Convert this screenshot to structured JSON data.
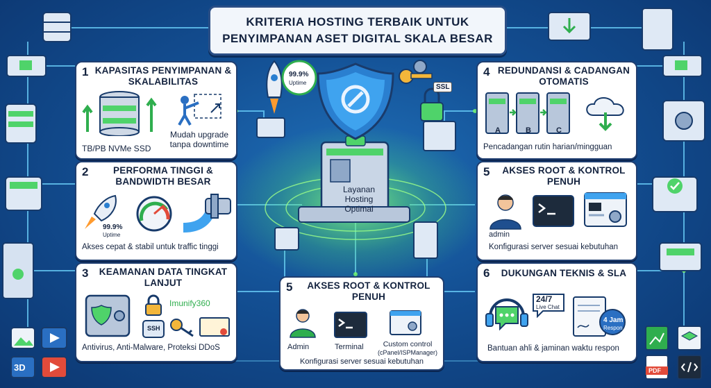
{
  "title": {
    "line1": "KRITERIA HOSTING TERBAIK UNTUK",
    "line2": "PENYIMPANAN ASET DIGITAL SKALA BESAR"
  },
  "hub": {
    "label": "Layanan Hosting Optimal",
    "rocket_badge_value": "99.9%",
    "rocket_badge_unit": "Uptime",
    "ssl_label": "SSL"
  },
  "cards": {
    "c1": {
      "number": "1",
      "title": "KAPASITAS PENYIMPANAN & SKALABILITAS",
      "storage_caption": "TB/PB NVMe SSD",
      "upgrade_caption": "Mudah upgrade tanpa downtime"
    },
    "c2": {
      "number": "2",
      "title": "PERFORMA TINGGI & BANDWIDTH BESAR",
      "uptime_value": "99.9%",
      "uptime_unit": "Uptime",
      "caption": "Akses cepat & stabil untuk traffic tinggi"
    },
    "c3": {
      "number": "3",
      "title": "KEAMANAN DATA TINGKAT LANJUT",
      "ssh_label": "SSH",
      "brand": "Imunify360",
      "caption": "Antivirus, Anti-Malware, Proteksi DDoS"
    },
    "c4": {
      "number": "4",
      "title": "REDUNDANSI & CADANGAN OTOMATIS",
      "server_labels": [
        "A",
        "B",
        "C"
      ],
      "caption": "Pencadangan rutin harian/mingguan"
    },
    "c5r": {
      "number": "5",
      "title": "AKSES ROOT & KONTROL PENUH",
      "user_label": "admin",
      "caption": "Konfigurasi server sesuai kebutuhan"
    },
    "c5c": {
      "number": "5",
      "title": "AKSES ROOT & KONTROL PENUH",
      "admin_label": "Admin",
      "terminal_label": "Terminal",
      "custom_label": "Custom control",
      "custom_sub": "(cPanel/ISPManager)",
      "caption": "Konfigurasi server sesuai kebutuhan"
    },
    "c6": {
      "number": "6",
      "title": "DUKUNGAN TEKNIS & SLA",
      "live_hours": "24/7",
      "live_label": "Live Chat",
      "sla_value": "4 Jam",
      "sla_label": "Respon",
      "caption": "Bantuan ahli & jaminan waktu respon"
    }
  },
  "corner_icons": {
    "threed_label": "3D",
    "pdf_label": "PDF"
  },
  "colors": {
    "background": "#134f93",
    "glow": "#7dff6a",
    "card_border": "#1f3e70",
    "shield": "#2a7fd0"
  }
}
